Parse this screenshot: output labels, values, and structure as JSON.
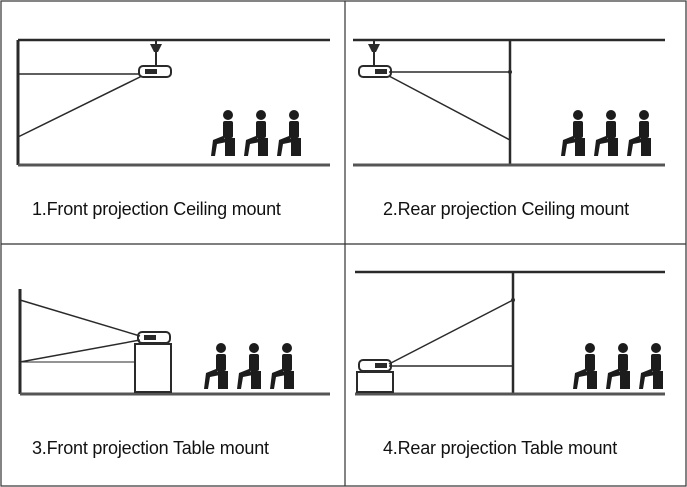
{
  "panels": [
    {
      "caption": "1.Front projection Ceiling mount"
    },
    {
      "caption": "2.Rear projection Ceiling mount"
    },
    {
      "caption": "3.Front projection Table mount"
    },
    {
      "caption": "4.Rear projection Table mount"
    }
  ],
  "colors": {
    "line": "#2a2a2a",
    "border": "#333333",
    "figure": "#1c1c1c",
    "floor": "#555555"
  }
}
